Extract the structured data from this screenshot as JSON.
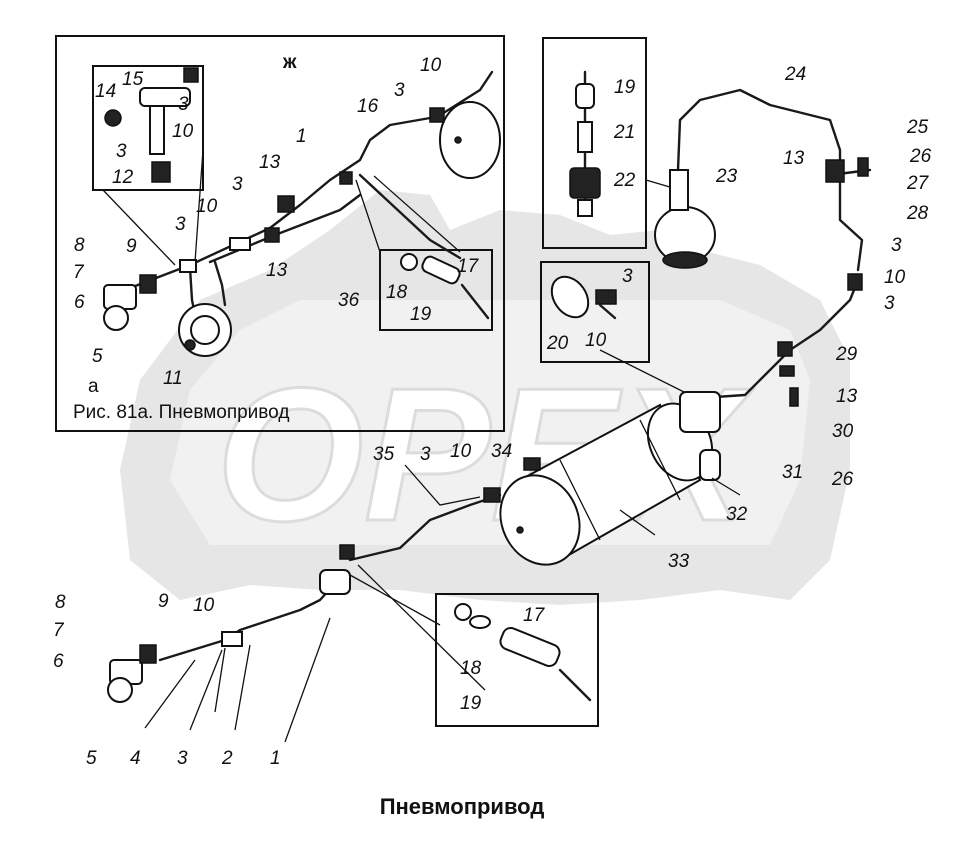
{
  "title": "Пневмопривод",
  "inset_a": {
    "caption": "Рис. 81а. Пневмопривод",
    "letter": "а",
    "mark": "ж"
  },
  "watermark": "OPEX",
  "callouts": {
    "main": [
      {
        "id": "m-1",
        "text": "1"
      },
      {
        "id": "m-2",
        "text": "2"
      },
      {
        "id": "m-3",
        "text": "3"
      },
      {
        "id": "m-4",
        "text": "4"
      },
      {
        "id": "m-5",
        "text": "5"
      },
      {
        "id": "m-6",
        "text": "6"
      },
      {
        "id": "m-7",
        "text": "7"
      },
      {
        "id": "m-8",
        "text": "8"
      },
      {
        "id": "m-9",
        "text": "9"
      },
      {
        "id": "m-10",
        "text": "10"
      },
      {
        "id": "m-3b",
        "text": "3"
      },
      {
        "id": "m-10b",
        "text": "10"
      },
      {
        "id": "m-34",
        "text": "34"
      },
      {
        "id": "m-35",
        "text": "35"
      },
      {
        "id": "m-33",
        "text": "33"
      },
      {
        "id": "m-32",
        "text": "32"
      },
      {
        "id": "m-31",
        "text": "31"
      },
      {
        "id": "m-26b",
        "text": "26"
      },
      {
        "id": "m-30",
        "text": "30"
      },
      {
        "id": "m-13c",
        "text": "13"
      },
      {
        "id": "m-29",
        "text": "29"
      },
      {
        "id": "m-3c",
        "text": "3"
      },
      {
        "id": "m-10c",
        "text": "10"
      },
      {
        "id": "m-3d",
        "text": "3"
      },
      {
        "id": "m-28",
        "text": "28"
      },
      {
        "id": "m-27",
        "text": "27"
      },
      {
        "id": "m-26",
        "text": "26"
      },
      {
        "id": "m-25",
        "text": "25"
      },
      {
        "id": "m-13d",
        "text": "13"
      },
      {
        "id": "m-24",
        "text": "24"
      },
      {
        "id": "m-23",
        "text": "23"
      }
    ],
    "inset_a": [
      {
        "id": "a-15",
        "text": "15"
      },
      {
        "id": "a-14",
        "text": "14"
      },
      {
        "id": "a-3",
        "text": "3"
      },
      {
        "id": "a-10",
        "text": "10"
      },
      {
        "id": "a-3b",
        "text": "3"
      },
      {
        "id": "a-12",
        "text": "12"
      },
      {
        "id": "a-8",
        "text": "8"
      },
      {
        "id": "a-9",
        "text": "9"
      },
      {
        "id": "a-7",
        "text": "7"
      },
      {
        "id": "a-6",
        "text": "6"
      },
      {
        "id": "a-5",
        "text": "5"
      },
      {
        "id": "a-11",
        "text": "11"
      },
      {
        "id": "a-3c",
        "text": "3"
      },
      {
        "id": "a-10b",
        "text": "10"
      },
      {
        "id": "a-3d",
        "text": "3"
      },
      {
        "id": "a-13",
        "text": "13"
      },
      {
        "id": "a-13b",
        "text": "13"
      },
      {
        "id": "a-1",
        "text": "1"
      },
      {
        "id": "a-36",
        "text": "36"
      },
      {
        "id": "a-16",
        "text": "16"
      },
      {
        "id": "a-3e",
        "text": "3"
      },
      {
        "id": "a-10c",
        "text": "10"
      },
      {
        "id": "a-17",
        "text": "17"
      },
      {
        "id": "a-18",
        "text": "18"
      },
      {
        "id": "a-19",
        "text": "19"
      }
    ],
    "detail_valve": [
      {
        "id": "v-19",
        "text": "19"
      },
      {
        "id": "v-21",
        "text": "21"
      },
      {
        "id": "v-22",
        "text": "22"
      }
    ],
    "detail_tap": [
      {
        "id": "t-3",
        "text": "3"
      },
      {
        "id": "t-20",
        "text": "20"
      },
      {
        "id": "t-10",
        "text": "10"
      }
    ],
    "detail_coupling": [
      {
        "id": "c-17",
        "text": "17"
      },
      {
        "id": "c-18",
        "text": "18"
      },
      {
        "id": "c-19",
        "text": "19"
      }
    ]
  }
}
